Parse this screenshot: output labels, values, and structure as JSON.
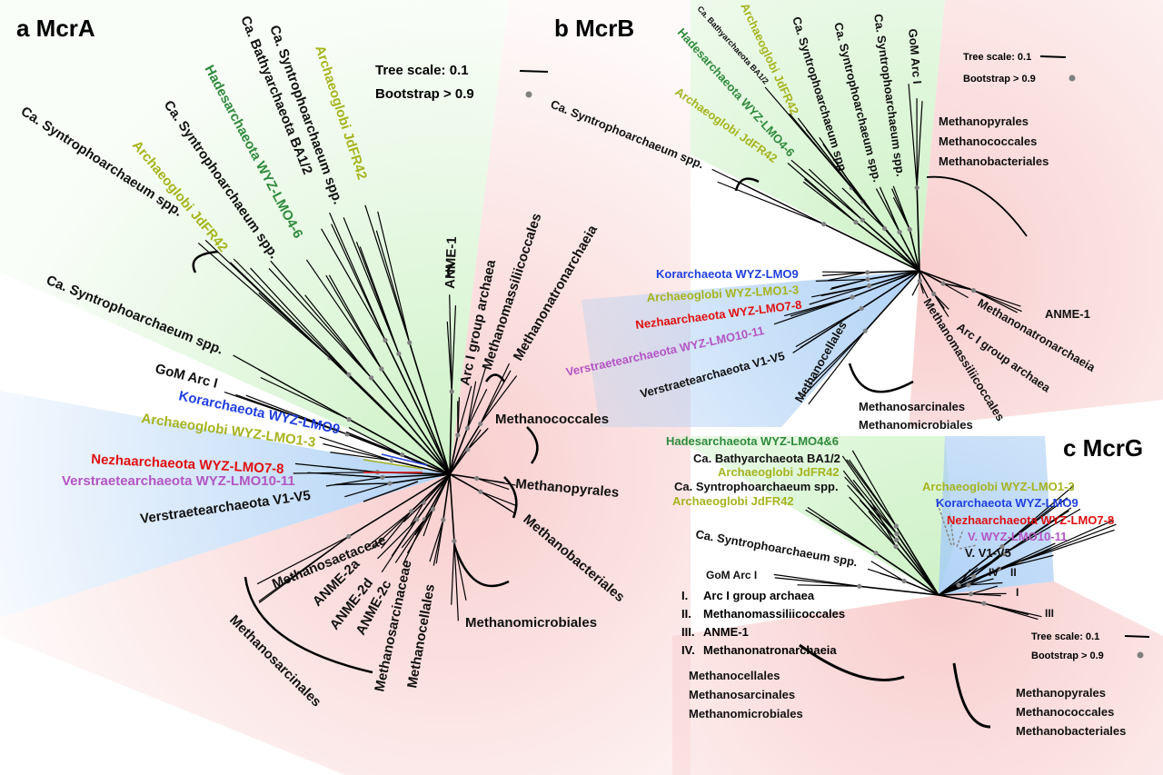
{
  "colors": {
    "black": "#111111",
    "archaeoglobi": "#a6b41e",
    "hadesarchaeota": "#2f8a3c",
    "korarchaeota": "#1f3fe0",
    "nezhaarchaeota": "#e01010",
    "verstraetearchaeota": "#b455c4",
    "bootstrap_dot": "#808080",
    "wedge_green": "#c8f0c0",
    "wedge_blue": "#a8cdf5",
    "wedge_red": "#f8c8c8"
  },
  "panel_a": {
    "title": "a McrA",
    "tree_scale": "Tree scale: 0.1",
    "bootstrap": "Bootstrap > 0.9",
    "labels": [
      {
        "text": "Ca. Syntrophoarchaeum spp.",
        "color": "black"
      },
      {
        "text": "Archaeoglobi JdFR42",
        "color": "archaeoglobi"
      },
      {
        "text": "Ca. Syntrophoarchaeum spp.",
        "color": "black"
      },
      {
        "text": "Hadesarchaeota WYZ-LMO4-6",
        "color": "hadesarchaeota"
      },
      {
        "text": "Ca. Bathyarchaeota BA1/2",
        "color": "black"
      },
      {
        "text": "Ca. Syntrophoarchaeum spp.",
        "color": "black"
      },
      {
        "text": "Archaeoglobi JdFR42",
        "color": "archaeoglobi"
      },
      {
        "text": "Ca. Syntrophoarchaeum spp.",
        "color": "black"
      },
      {
        "text": "GoM Arc I",
        "color": "black"
      },
      {
        "text": "Korarchaeota WYZ-LMO9",
        "color": "korarchaeota"
      },
      {
        "text": "Archaeoglobi WYZ-LMO1-3",
        "color": "archaeoglobi"
      },
      {
        "text": "Nezhaarchaeota WYZ-LMO7-8",
        "color": "nezhaarchaeota"
      },
      {
        "text": "Verstraetearchaeota WYZ-LMO10-11",
        "color": "verstraetearchaeota"
      },
      {
        "text": "Verstraetearchaeota V1-V5",
        "color": "black"
      },
      {
        "text": "ANME-1",
        "color": "black"
      },
      {
        "text": "Arc I group archaea",
        "color": "black"
      },
      {
        "text": "Methanomassiliicoccales",
        "color": "black"
      },
      {
        "text": "Methanonatronarchaeia",
        "color": "black"
      },
      {
        "text": "Methanococcales",
        "color": "black"
      },
      {
        "text": "Methanopyrales",
        "color": "black"
      },
      {
        "text": "Methanobacteriales",
        "color": "black"
      },
      {
        "text": "Methanomicrobiales",
        "color": "black"
      },
      {
        "text": "Methanosaetaceae",
        "color": "black"
      },
      {
        "text": "ANME-2a",
        "color": "black"
      },
      {
        "text": "ANME-2d",
        "color": "black"
      },
      {
        "text": "ANME-2c",
        "color": "black"
      },
      {
        "text": "Methanosarcinaceae",
        "color": "black"
      },
      {
        "text": "Methanocellales",
        "color": "black"
      },
      {
        "text": "Methanosarcinales",
        "color": "black"
      }
    ]
  },
  "panel_b": {
    "title": "b McrB",
    "tree_scale": "Tree scale: 0.1",
    "bootstrap": "Bootstrap > 0.9",
    "labels": [
      {
        "text": "Ca. Syntrophoarchaeum spp.",
        "color": "black"
      },
      {
        "text": "Archaeoglobi JdFR42",
        "color": "archaeoglobi"
      },
      {
        "text": "Hadesarchaeota WYZ-LMO4-6",
        "color": "hadesarchaeota"
      },
      {
        "text": "Ca. Bathyarchaeota BA1/2",
        "color": "black"
      },
      {
        "text": "Archaeoglobi JdFR42",
        "color": "archaeoglobi"
      },
      {
        "text": "Ca. Syntrophoarchaeum spp.",
        "color": "black"
      },
      {
        "text": "Ca. Syntrophoarchaeum spp.",
        "color": "black"
      },
      {
        "text": "Ca. Syntrophoarchaeum spp.",
        "color": "black"
      },
      {
        "text": "GoM Arc I",
        "color": "black"
      },
      {
        "text": "Methanopyrales",
        "color": "black"
      },
      {
        "text": "Methanococcales",
        "color": "black"
      },
      {
        "text": "Methanobacteriales",
        "color": "black"
      },
      {
        "text": "Korarchaeota WYZ-LMO9",
        "color": "korarchaeota"
      },
      {
        "text": "Archaeoglobi WYZ-LMO1-3",
        "color": "archaeoglobi"
      },
      {
        "text": "Nezhaarchaeota WYZ-LMO7-8",
        "color": "nezhaarchaeota"
      },
      {
        "text": "Verstraetearchaeota WYZ-LMO10-11",
        "color": "verstraetearchaeota"
      },
      {
        "text": "Verstraetearchaeota V1-V5",
        "color": "black"
      },
      {
        "text": "ANME-1",
        "color": "black"
      },
      {
        "text": "Methanonatronarchaeia",
        "color": "black"
      },
      {
        "text": "Arc I group archaea",
        "color": "black"
      },
      {
        "text": "Methanomassiliicoccales",
        "color": "black"
      },
      {
        "text": "Methanocellales",
        "color": "black"
      },
      {
        "text": "Methanosarcinales",
        "color": "black"
      },
      {
        "text": "Methanomicrobiales",
        "color": "black"
      }
    ]
  },
  "panel_c": {
    "title": "c McrG",
    "tree_scale": "Tree scale: 0.1",
    "bootstrap": "Bootstrap > 0.9",
    "labels": [
      {
        "text": "Hadesarchaeota WYZ-LMO4&6",
        "color": "hadesarchaeota"
      },
      {
        "text": "Ca. Bathyarchaeota BA1/2",
        "color": "black"
      },
      {
        "text": "Archaeoglobi JdFR42",
        "color": "archaeoglobi"
      },
      {
        "text": "Ca. Syntrophoarchaeum spp.",
        "color": "black"
      },
      {
        "text": "Archaeoglobi JdFR42",
        "color": "archaeoglobi"
      },
      {
        "text": "Ca. Syntrophoarchaeum spp.",
        "color": "black"
      },
      {
        "text": "GoM Arc I",
        "color": "black"
      },
      {
        "text": "Archaeoglobi WYZ-LMO1-3",
        "color": "archaeoglobi"
      },
      {
        "text": "Korarchaeota WYZ-LMO9",
        "color": "korarchaeota"
      },
      {
        "text": "Nezhaarchaeota WYZ-LMO7-8",
        "color": "nezhaarchaeota"
      },
      {
        "text": "V. WYZ-LMO10-11",
        "color": "verstraetearchaeota"
      },
      {
        "text": "V. V1-V5",
        "color": "black"
      },
      {
        "text": "IV",
        "color": "black"
      },
      {
        "text": "II",
        "color": "black"
      },
      {
        "text": "I",
        "color": "black"
      },
      {
        "text": "III",
        "color": "black"
      },
      {
        "text": "Methanocellales",
        "color": "black"
      },
      {
        "text": "Methanosarcinales",
        "color": "black"
      },
      {
        "text": "Methanomicrobiales",
        "color": "black"
      },
      {
        "text": "Methanopyrales",
        "color": "black"
      },
      {
        "text": "Methanococcales",
        "color": "black"
      },
      {
        "text": "Methanobacteriales",
        "color": "black"
      }
    ],
    "key": [
      {
        "numeral": "I.",
        "name": "Arc I group archaea"
      },
      {
        "numeral": "II.",
        "name": "Methanomassiliicoccales"
      },
      {
        "numeral": "III.",
        "name": "ANME-1"
      },
      {
        "numeral": "IV.",
        "name": "Methanonatronarchaeia"
      }
    ]
  }
}
